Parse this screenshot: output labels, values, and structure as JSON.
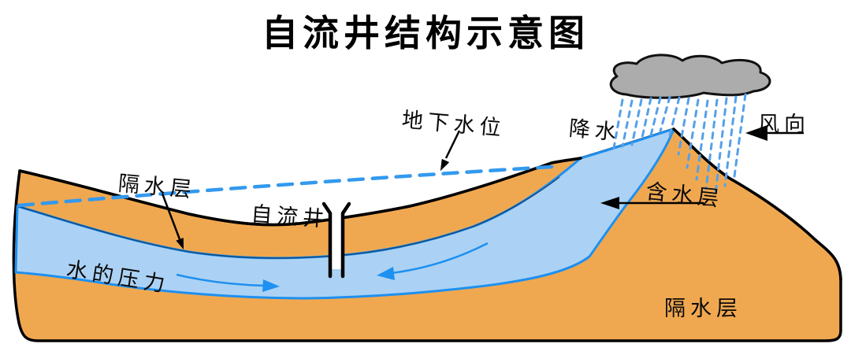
{
  "diagram": {
    "title": "自流井结构示意图",
    "labels": {
      "groundwater_level": "地下水位",
      "precipitation": "降水",
      "wind_direction": "风向",
      "impermeable_layer_upper": "隔水层",
      "artesian_well": "自流井",
      "water_pressure": "水的压力",
      "aquifer": "含水层",
      "impermeable_layer_lower": "隔水层"
    },
    "colors": {
      "impermeable_layer_fill": "#F0A850",
      "aquifer_fill": "#ABD2F4",
      "aquifer_outline": "#1E90F0",
      "water_table_dash": "#3399EE",
      "rain": "#55A0EB",
      "cloud_fill": "#ACACAC",
      "outline": "#000000"
    }
  }
}
